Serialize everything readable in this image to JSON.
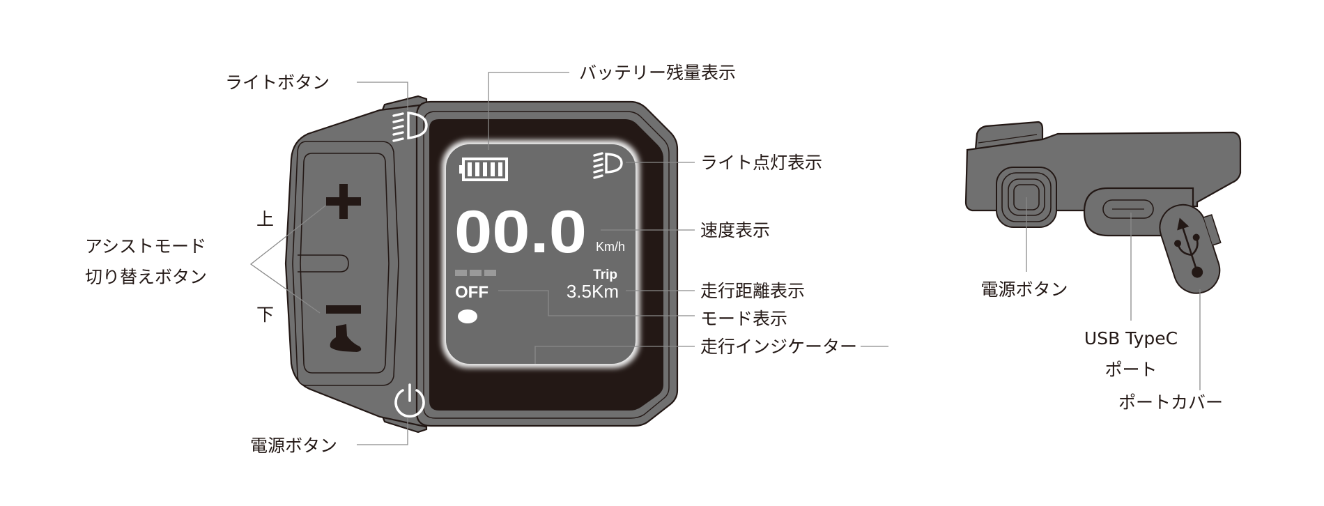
{
  "colors": {
    "body": "#707070",
    "outline": "#231815",
    "bezel": "#231815",
    "lcd": "#6b6b6b",
    "lcd_text": "#ffffff",
    "indicator_inactive": "#9a9a9a",
    "leader_line": "#8a8a8a"
  },
  "front_view": {
    "labels": {
      "light_button": "ライトボタン",
      "assist_mode_line1": "アシストモード",
      "assist_mode_line2": "切り替えボタン",
      "up": "上",
      "down": "下",
      "power_button": "電源ボタン",
      "battery_display": "バッテリー残量表示",
      "light_on_display": "ライト点灯表示",
      "speed_display": "速度表示",
      "distance_display": "走行距離表示",
      "mode_display": "モード表示",
      "running_indicator": "走行インジケーター"
    },
    "screen": {
      "battery_level": 1.0,
      "battery_bars": 5,
      "speed": "00.0",
      "speed_unit": "Km/h",
      "trip_label": "Trip",
      "trip_value": "3.5Km",
      "mode": "OFF",
      "assist_level_bars_active": 0,
      "assist_level_bars_total": 3
    },
    "icons": [
      "light-icon",
      "plus-icon",
      "minus-icon",
      "walk-assist-icon",
      "power-icon",
      "battery-icon"
    ]
  },
  "side_view": {
    "labels": {
      "power_button": "電源ボタン",
      "usb_port_line1": "USB TypeC",
      "usb_port_line2": "ポート",
      "port_cover": "ポートカバー"
    },
    "icons": [
      "usb-icon"
    ]
  }
}
